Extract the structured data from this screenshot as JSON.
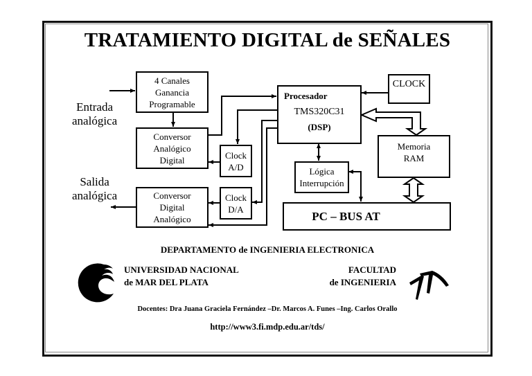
{
  "title": "TRATAMIENTO DIGITAL de SEÑALES",
  "diagram": {
    "input_label": [
      "Entrada",
      "analógica"
    ],
    "output_label": [
      "Salida",
      "analógica"
    ],
    "blocks": {
      "gain": [
        "4 Canales",
        "Ganancia",
        "Programable"
      ],
      "adc": [
        "Conversor",
        "Analógico",
        "Digital"
      ],
      "clock_ad": [
        "Clock",
        "A/D"
      ],
      "dac": [
        "Conversor",
        "Digital",
        "Analógico"
      ],
      "clock_da": [
        "Clock",
        "D/A"
      ],
      "processor": {
        "label": "Procesador",
        "model": "TMS320C31",
        "type": "(DSP)"
      },
      "clock": "CLOCK",
      "ram": [
        "Memoria",
        "RAM"
      ],
      "interrupt": [
        "Lógica",
        "Interrupción"
      ],
      "bus": "PC – BUS AT"
    },
    "connections": [
      {
        "from": "Entrada analógica",
        "to": "4 Canales Ganancia Programable"
      },
      {
        "from": "4 Canales Ganancia Programable",
        "to": "Conversor Analógico Digital"
      },
      {
        "from": "Conversor Analógico Digital",
        "to": "Procesador"
      },
      {
        "from": "Procesador",
        "to": "Clock A/D"
      },
      {
        "from": "Clock A/D",
        "to": "Conversor Analógico Digital"
      },
      {
        "from": "Procesador",
        "to": "Clock D/A"
      },
      {
        "from": "Clock D/A",
        "to": "Conversor Digital Analógico"
      },
      {
        "from": "Procesador",
        "to": "Conversor Digital Analógico"
      },
      {
        "from": "Conversor Digital Analógico",
        "to": "Salida analógica"
      },
      {
        "from": "CLOCK",
        "to": "Procesador"
      },
      {
        "from": "Memoria RAM",
        "to": "Procesador",
        "kind": "bus"
      },
      {
        "from": "Memoria RAM",
        "to": "PC – BUS AT",
        "kind": "bidirectional-bus"
      },
      {
        "from": "Procesador",
        "to": "Lógica Interrupción",
        "kind": "bidirectional"
      },
      {
        "from": "Lógica Interrupción",
        "to": "PC – BUS AT",
        "kind": "bidirectional"
      }
    ]
  },
  "footer": {
    "department": "DEPARTAMENTO de INGENIERIA ELECTRONICA",
    "university": [
      "UNIVERSIDAD NACIONAL",
      "de MAR DEL PLATA"
    ],
    "faculty": [
      "FACULTAD",
      "de INGENIERIA"
    ],
    "teachers": "Docentes: Dra Juana Graciela Fernández –Dr. Marcos A. Funes –Ing. Carlos Orallo",
    "url": "http://www3.fi.mdp.edu.ar/tds/"
  },
  "icons": {
    "university_logo": "unmdp-wave-logo",
    "faculty_logo": "fi-logo"
  }
}
